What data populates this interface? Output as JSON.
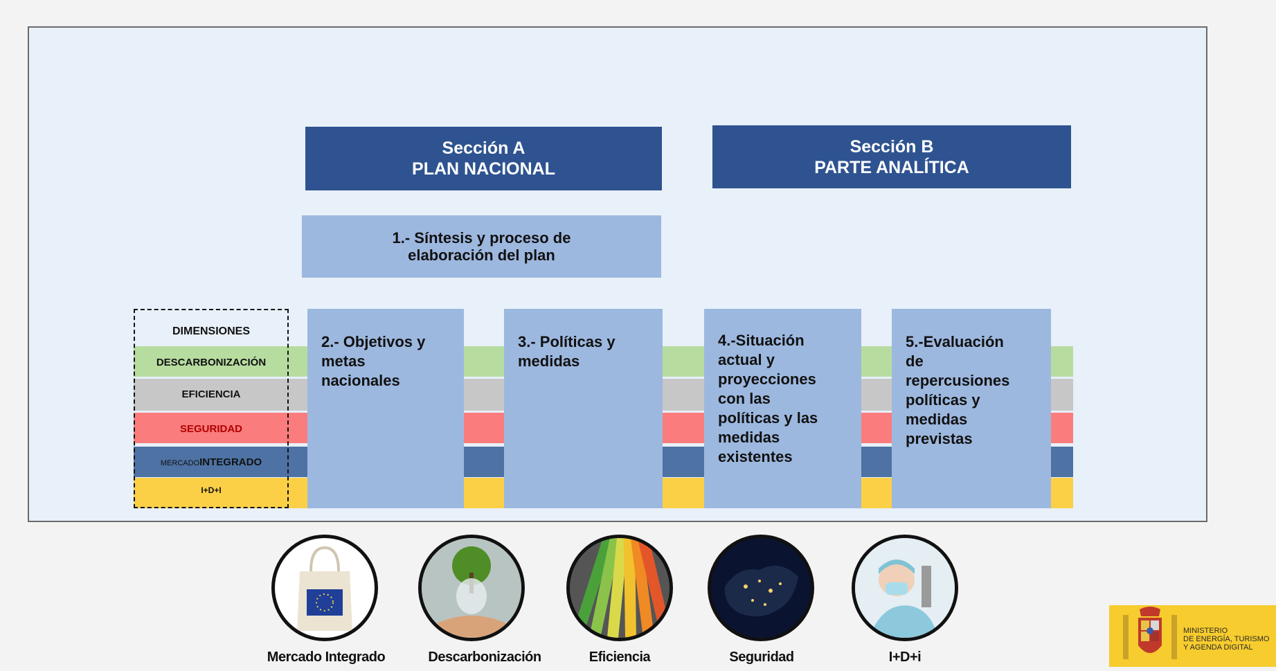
{
  "sections": {
    "a": {
      "title": "Sección A",
      "subtitle": "PLAN NACIONAL"
    },
    "b": {
      "title": "Sección B",
      "subtitle": "PARTE ANALÍTICA"
    }
  },
  "synthesis": {
    "line1": "1.- Síntesis y proceso de",
    "line2": "elaboración del plan"
  },
  "dimensions": {
    "header": "DIMENSIONES",
    "decarb": "DESCARBONIZACIÓN",
    "efficiency": "EFICIENCIA",
    "security": "SEGURIDAD",
    "market_small": "MERCADO",
    "market_big": "INTEGRADO",
    "rdi": "I+D+I"
  },
  "columns": [
    {
      "lines": [
        "2.- Objetivos y",
        "metas",
        "nacionales"
      ]
    },
    {
      "lines": [
        "3.- Políticas y",
        "medidas"
      ]
    },
    {
      "lines": [
        "4.-Situación",
        "actual y",
        "proyecciones",
        "con las",
        "políticas y las",
        "medidas",
        "existentes"
      ]
    },
    {
      "lines": [
        "5.-Evaluación",
        "de",
        "repercusiones",
        "políticas y",
        "medidas",
        "previstas"
      ]
    }
  ],
  "colors": {
    "header_blue": "#2e5390",
    "light_blue": "#9db8df",
    "decarb_green": "#b7dca0",
    "efficiency_grey": "#c7c7c7",
    "security_red": "#fb7c7c",
    "market_blue": "#4d72a3",
    "rdi_yellow": "#fbd047"
  },
  "icons": [
    {
      "caption": "Mercado Integrado",
      "icon": "eu-bag-icon"
    },
    {
      "caption": "Descarbonización",
      "icon": "bulb-plant-icon"
    },
    {
      "caption": "Eficiencia",
      "icon": "pipes-icon"
    },
    {
      "caption": "Seguridad",
      "icon": "night-map-icon"
    },
    {
      "caption": "I+D+i",
      "icon": "scientist-icon"
    }
  ],
  "ministry": {
    "line1": "MINISTERIO",
    "line2": "DE ENERGÍA, TURISMO",
    "line3": "Y AGENDA DIGITAL"
  }
}
